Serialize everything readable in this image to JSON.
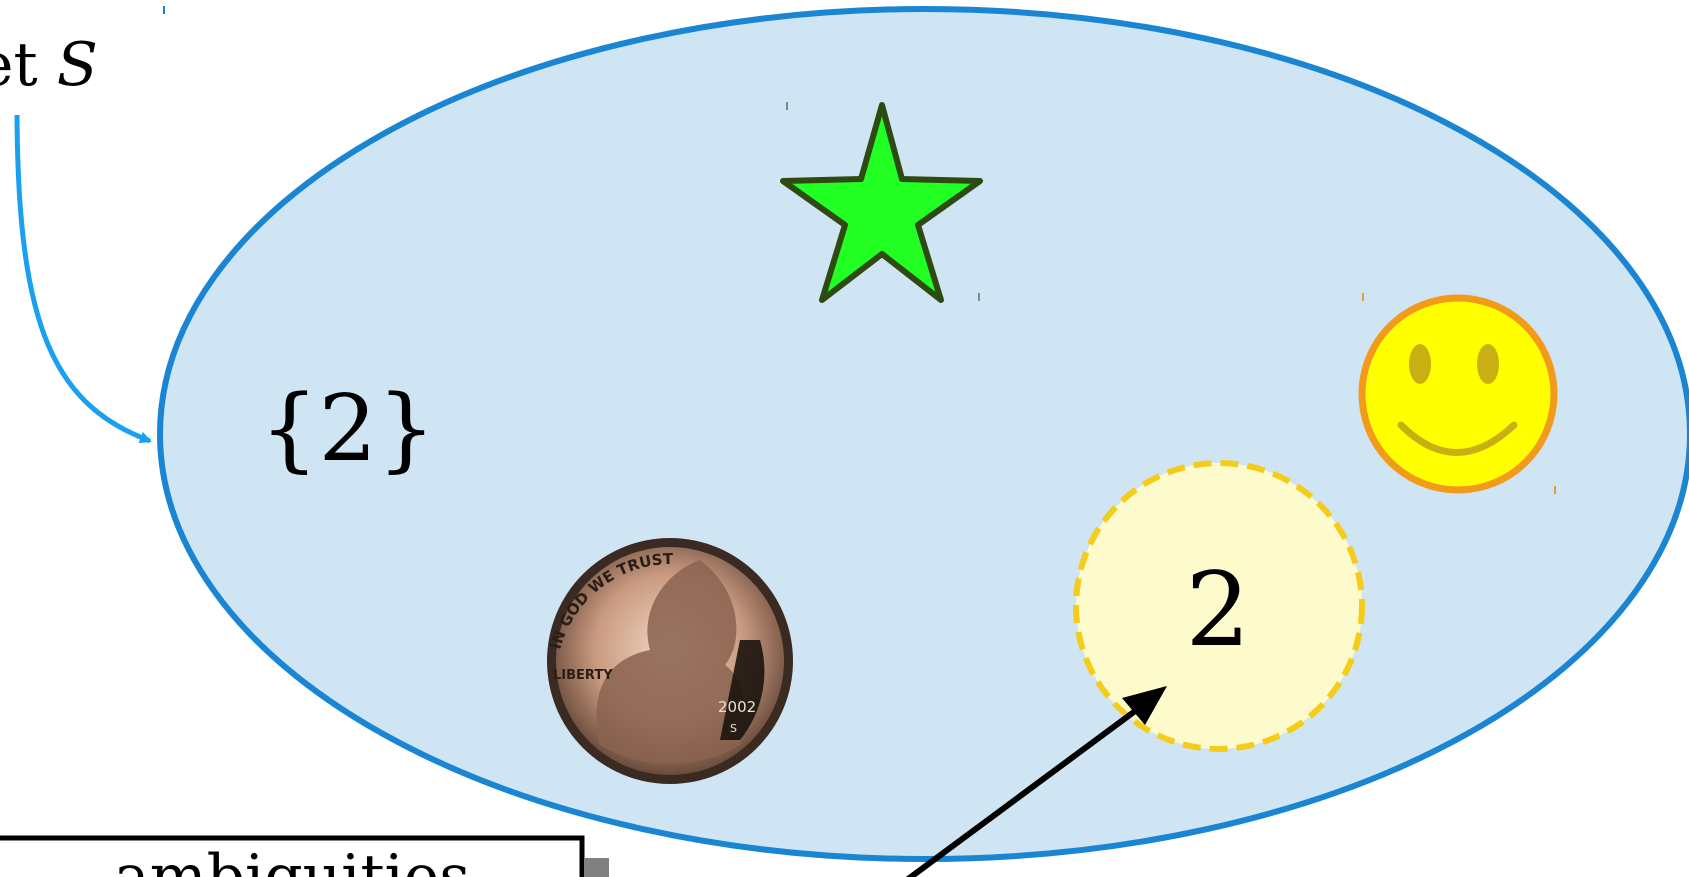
{
  "set_label": "et ",
  "set_symbol": "S",
  "set_notation": "{2}",
  "element_number": "2",
  "callout_text": "ambiguities",
  "coin": {
    "motto": "IN GOD WE TRUST",
    "liberty": "LIBERTY",
    "year": "2002",
    "mint_mark": "S"
  },
  "colors": {
    "set_fill": "#cfe5f3",
    "set_stroke": "#1a85d2",
    "pointer_arrow": "#1aa0f0",
    "star_fill": "#22ff22",
    "star_stroke": "#2e4a10",
    "smiley_fill": "#ffff00",
    "smiley_stroke": "#f29a1a",
    "number_circle_fill": "#fdfbcc",
    "number_circle_stroke": "#f5cc1a"
  }
}
